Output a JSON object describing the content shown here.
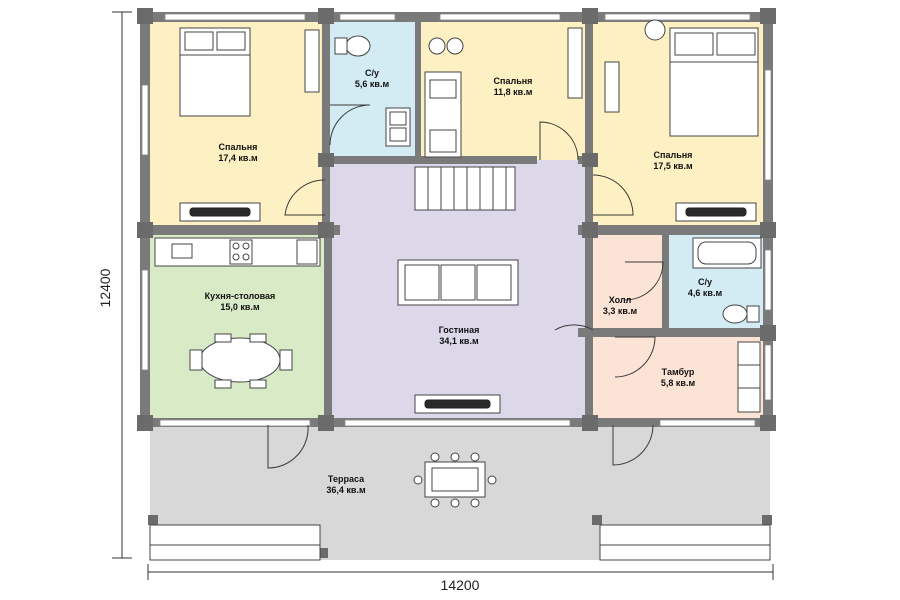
{
  "plan": {
    "rooms": {
      "bedroom1": {
        "name": "Спальня",
        "area": "17,4 кв.м"
      },
      "wc1": {
        "name": "С/у",
        "area": "5,6 кв.м"
      },
      "bedroom2": {
        "name": "Спальня",
        "area": "11,8 кв.м"
      },
      "bedroom3": {
        "name": "Спальня",
        "area": "17,5 кв.м"
      },
      "kitchen": {
        "name": "Кухня-столовая",
        "area": "15,0 кв.м"
      },
      "living": {
        "name": "Гостиная",
        "area": "34,1 кв.м"
      },
      "hall": {
        "name": "Холл",
        "area": "3,3 кв.м"
      },
      "wc2": {
        "name": "С/у",
        "area": "4,6 кв.м"
      },
      "vestibule": {
        "name": "Тамбур",
        "area": "5,8 кв.м"
      },
      "terrace": {
        "name": "Терраса",
        "area": "36,4 кв.м"
      }
    },
    "colors": {
      "bedroom": "#fdf0c2",
      "bathroom": "#d3ebf3",
      "kitchen": "#d9ebc6",
      "living": "#dcd8ea",
      "hall": "#fbe3d6",
      "terrace": "#d8d8d8",
      "wall": "#7a7a7a"
    },
    "dimensions": {
      "width": "14200",
      "height": "12400"
    }
  }
}
